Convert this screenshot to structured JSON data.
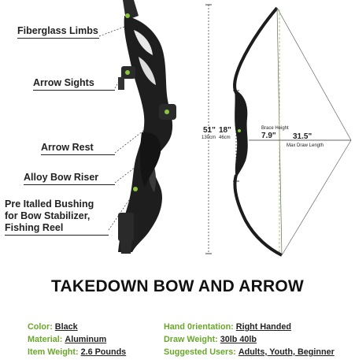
{
  "callouts": [
    {
      "id": "limbs",
      "label": "Fiberglass Limbs"
    },
    {
      "id": "sights",
      "label": "Arrow Sights"
    },
    {
      "id": "rest",
      "label": "Arrow Rest"
    },
    {
      "id": "riser",
      "label": "Alloy Bow Riser"
    },
    {
      "id": "bushing",
      "lines": [
        "Pre Italled Bushing",
        "for Bow Stabilizer,",
        "Fishing Reel"
      ]
    }
  ],
  "dimensions": {
    "length_in": "51\"",
    "length_cm": "130cm",
    "riser_in": "18\"",
    "riser_cm": "46cm",
    "brace_label": "Brace Height",
    "brace_value": "7.9\"",
    "draw_value": "31.5\"",
    "draw_label": "Max Draw Length"
  },
  "title": "TAKEDOWN BOW AND ARROW",
  "specs": {
    "left": [
      {
        "key": "Color:",
        "value": "Black"
      },
      {
        "key": "Material:",
        "value": "Aluminum"
      },
      {
        "key": "Item Weight:",
        "value": "2.6 Pounds"
      }
    ],
    "right": [
      {
        "key": "Hand 0rientation:",
        "value": "Right Handed"
      },
      {
        "key": "Draw Weight:",
        "value": "30lb 40lb"
      },
      {
        "key": "Suggested Users:",
        "value": "Adults, Youth, Beginner"
      }
    ]
  },
  "colors": {
    "accent": "#6aa62b",
    "text": "#222222",
    "bow": "#1c1c1c",
    "string": "#555555",
    "guide": "#8cc63f"
  }
}
